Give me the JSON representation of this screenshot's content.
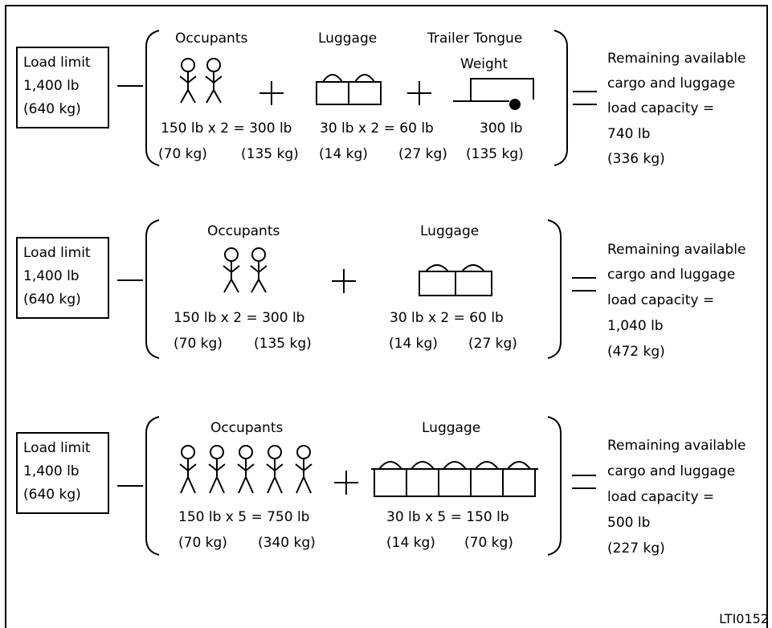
{
  "rows": [
    {
      "limit": {
        "label": "Load limit",
        "lb": "1,400 lb",
        "kg": "(640 kg)"
      },
      "occupants": {
        "label": "Occupants",
        "eq": "150 lb x 2 = 300 lb",
        "kg1": "(70 kg)",
        "kg2": "(135 kg)",
        "count": 2
      },
      "luggage": {
        "label": "Luggage",
        "eq": "30 lb x 2 = 60 lb",
        "kg1": "(14 kg)",
        "kg2": "(27 kg)",
        "count": 2
      },
      "trailer": {
        "label1": "Trailer Tongue",
        "label2": "Weight",
        "lb": "300 lb",
        "kg": "(135 kg)"
      },
      "result": {
        "line1": "Remaining available",
        "line2": "cargo and luggage",
        "line3": "load capacity =",
        "lb": "740 lb",
        "kg": "(336 kg)"
      }
    },
    {
      "limit": {
        "label": "Load limit",
        "lb": "1,400 lb",
        "kg": "(640 kg)"
      },
      "occupants": {
        "label": "Occupants",
        "eq": "150 lb x 2 = 300 lb",
        "kg1": "(70 kg)",
        "kg2": "(135 kg)",
        "count": 2
      },
      "luggage": {
        "label": "Luggage",
        "eq": "30 lb x 2 = 60 lb",
        "kg1": "(14 kg)",
        "kg2": "(27 kg)",
        "count": 2
      },
      "result": {
        "line1": "Remaining available",
        "line2": "cargo and luggage",
        "line3": "load capacity =",
        "lb": "1,040 lb",
        "kg": "(472 kg)"
      }
    },
    {
      "limit": {
        "label": "Load limit",
        "lb": "1,400 lb",
        "kg": "(640 kg)"
      },
      "occupants": {
        "label": "Occupants",
        "eq": "150 lb x 5 = 750 lb",
        "kg1": "(70 kg)",
        "kg2": "(340 kg)",
        "count": 5
      },
      "luggage": {
        "label": "Luggage",
        "eq": "30 lb x 5 = 150 lb",
        "kg1": "(14 kg)",
        "kg2": "(70 kg)",
        "count": 5
      },
      "result": {
        "line1": "Remaining available",
        "line2": "cargo and luggage",
        "line3": "load capacity =",
        "lb": "500 lb",
        "kg": "(227 kg)"
      }
    }
  ],
  "figure_code": "LTI0152",
  "icons": [
    "stick-figure-icon",
    "luggage-icon",
    "trailer-hitch-icon"
  ]
}
